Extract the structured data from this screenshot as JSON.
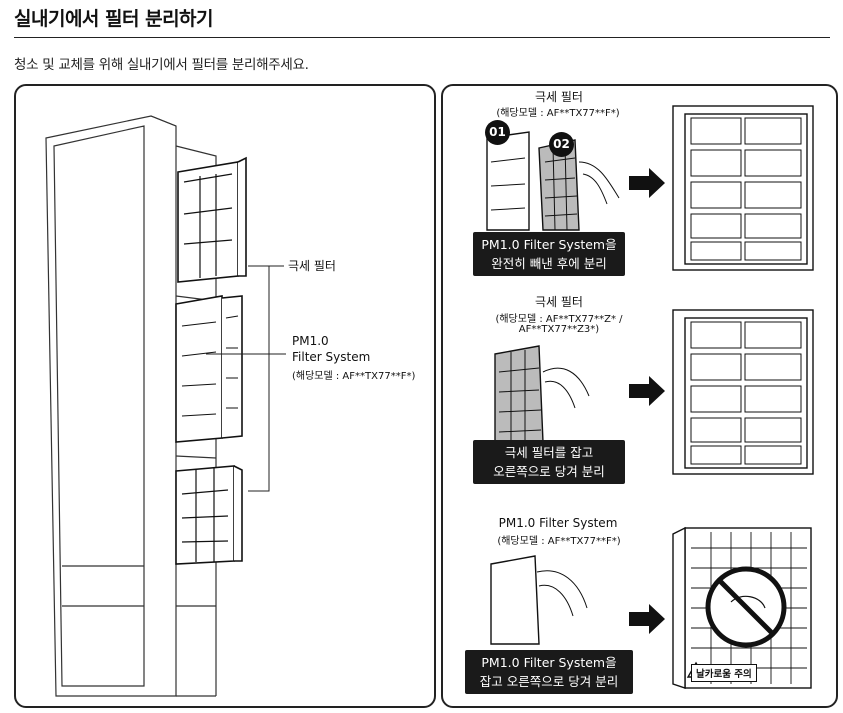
{
  "page": {
    "title": "실내기에서 필터 분리하기",
    "subtitle": "청소 및 교체를 위해 실내기에서 필터를 분리해주세요."
  },
  "left_panel": {
    "label_fine_filter": "극세 필터",
    "label_pm_line1": "PM1.0",
    "label_pm_line2": "Filter System",
    "label_pm_model": "(해당모델 : AF**TX77**F*)"
  },
  "steps": [
    {
      "title": "극세 필터",
      "model": "(해당모델 : AF**TX77**F*)",
      "badge1": "01",
      "badge2": "02",
      "caption_line1": "PM1.0 Filter System을",
      "caption_line2": "완전히 빼낸 후에 분리"
    },
    {
      "title": "극세 필터",
      "model_line1": "(해당모델 : AF**TX77**Z* /",
      "model_line2": "AF**TX77**Z3*)",
      "caption_line1": "극세 필터를 잡고",
      "caption_line2": "오른쪽으로 당겨 분리"
    },
    {
      "title": "PM1.0 Filter System",
      "model": "(해당모델 : AF**TX77**F*)",
      "caption_line1": "PM1.0 Filter System을",
      "caption_line2": "잡고 오른쪽으로 당겨 분리",
      "warning": "날카로움 주의"
    }
  ],
  "icons": [
    "arrow-right-icon",
    "warning-triangle-icon",
    "prohibited-icon"
  ]
}
